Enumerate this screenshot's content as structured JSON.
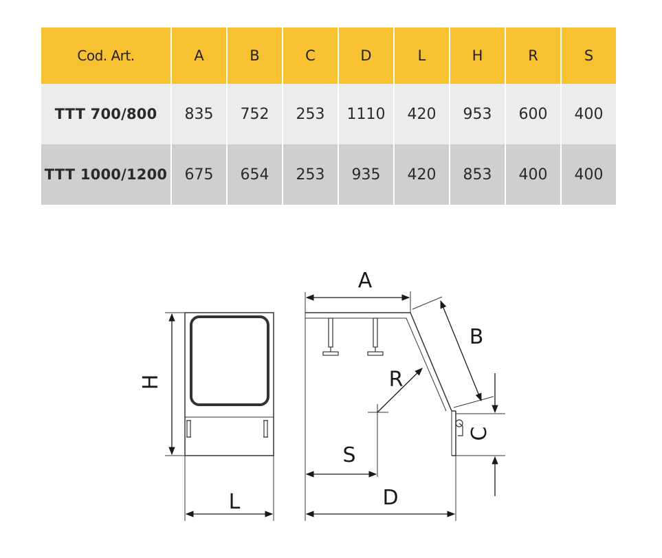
{
  "table": {
    "headers": [
      "Cod. Art.",
      "A",
      "B",
      "C",
      "D",
      "L",
      "H",
      "R",
      "S"
    ],
    "rows": [
      [
        "TTT 700/800",
        "835",
        "752",
        "253",
        "1110",
        "420",
        "953",
        "600",
        "400"
      ],
      [
        "TTT 1000/1200",
        "675",
        "654",
        "253",
        "935",
        "420",
        "853",
        "400",
        "400"
      ]
    ]
  },
  "diagram": {
    "labels": {
      "A": "A",
      "B": "B",
      "C": "C",
      "D": "D",
      "H": "H",
      "L": "L",
      "R": "R",
      "S": "S"
    }
  },
  "colors": {
    "header_bg": "#f7c132",
    "row_light": "#ececec",
    "row_dark": "#cfcfcf",
    "line": "#333333"
  }
}
